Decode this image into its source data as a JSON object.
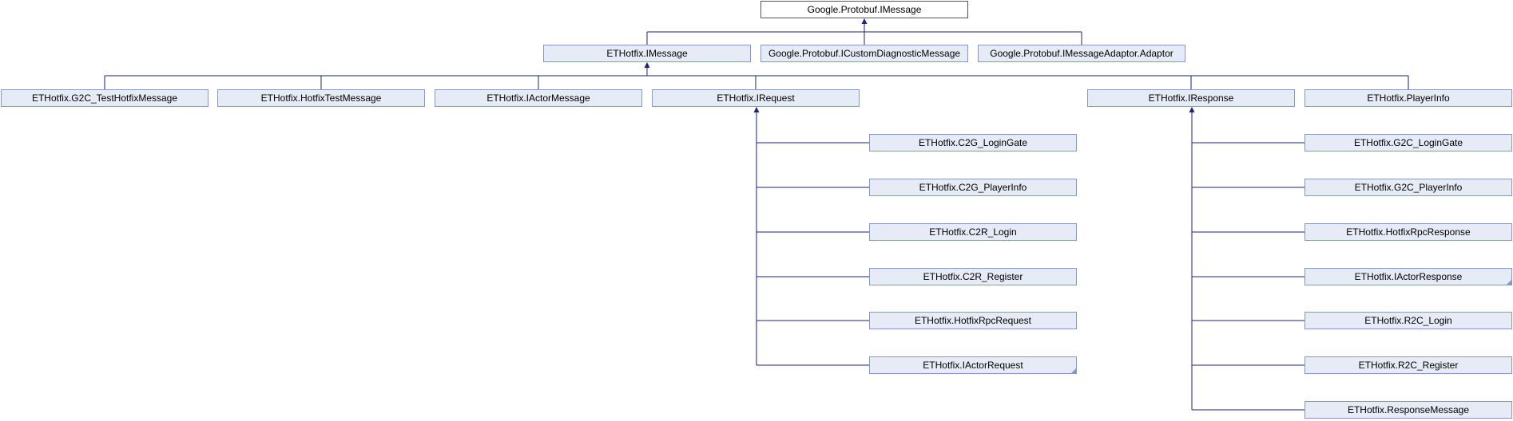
{
  "diagram": {
    "edge_color": "#1a237e",
    "nodes": [
      {
        "id": "gpb_imessage",
        "label": "Google.Protobuf.IMessage",
        "root": true
      },
      {
        "id": "et_imessage",
        "label": "ETHotfix.IMessage"
      },
      {
        "id": "gpb_icustomdiag",
        "label": "Google.Protobuf.ICustomDiagnosticMessage"
      },
      {
        "id": "gpb_adaptor",
        "label": "Google.Protobuf.IMessageAdaptor.Adaptor"
      },
      {
        "id": "g2c_testhotfix",
        "label": "ETHotfix.G2C_TestHotfixMessage"
      },
      {
        "id": "hotfixtest",
        "label": "ETHotfix.HotfixTestMessage"
      },
      {
        "id": "iactormessage",
        "label": "ETHotfix.IActorMessage"
      },
      {
        "id": "irequest",
        "label": "ETHotfix.IRequest"
      },
      {
        "id": "iresponse",
        "label": "ETHotfix.IResponse"
      },
      {
        "id": "playerinfo",
        "label": "ETHotfix.PlayerInfo"
      },
      {
        "id": "c2g_logingate",
        "label": "ETHotfix.C2G_LoginGate"
      },
      {
        "id": "c2g_playerinfo",
        "label": "ETHotfix.C2G_PlayerInfo"
      },
      {
        "id": "c2r_login",
        "label": "ETHotfix.C2R_Login"
      },
      {
        "id": "c2r_register",
        "label": "ETHotfix.C2R_Register"
      },
      {
        "id": "hotfixrpcrequest",
        "label": "ETHotfix.HotfixRpcRequest"
      },
      {
        "id": "iactorrequest",
        "label": "ETHotfix.IActorRequest",
        "folded": true
      },
      {
        "id": "g2c_logingate",
        "label": "ETHotfix.G2C_LoginGate"
      },
      {
        "id": "g2c_playerinfo",
        "label": "ETHotfix.G2C_PlayerInfo"
      },
      {
        "id": "hotfixrpcresponse",
        "label": "ETHotfix.HotfixRpcResponse"
      },
      {
        "id": "iactorresponse",
        "label": "ETHotfix.IActorResponse",
        "folded": true
      },
      {
        "id": "r2c_login",
        "label": "ETHotfix.R2C_Login"
      },
      {
        "id": "r2c_register",
        "label": "ETHotfix.R2C_Register"
      },
      {
        "id": "responsemessage",
        "label": "ETHotfix.ResponseMessage"
      }
    ],
    "edges": [
      {
        "from": "et_imessage",
        "to": "gpb_imessage"
      },
      {
        "from": "gpb_icustomdiag",
        "to": "gpb_imessage"
      },
      {
        "from": "gpb_adaptor",
        "to": "gpb_imessage"
      },
      {
        "from": "g2c_testhotfix",
        "to": "et_imessage"
      },
      {
        "from": "hotfixtest",
        "to": "et_imessage"
      },
      {
        "from": "iactormessage",
        "to": "et_imessage"
      },
      {
        "from": "irequest",
        "to": "et_imessage"
      },
      {
        "from": "iresponse",
        "to": "et_imessage"
      },
      {
        "from": "playerinfo",
        "to": "et_imessage"
      },
      {
        "from": "c2g_logingate",
        "to": "irequest"
      },
      {
        "from": "c2g_playerinfo",
        "to": "irequest"
      },
      {
        "from": "c2r_login",
        "to": "irequest"
      },
      {
        "from": "c2r_register",
        "to": "irequest"
      },
      {
        "from": "hotfixrpcrequest",
        "to": "irequest"
      },
      {
        "from": "iactorrequest",
        "to": "irequest"
      },
      {
        "from": "g2c_logingate",
        "to": "iresponse"
      },
      {
        "from": "g2c_playerinfo",
        "to": "iresponse"
      },
      {
        "from": "hotfixrpcresponse",
        "to": "iresponse"
      },
      {
        "from": "iactorresponse",
        "to": "iresponse"
      },
      {
        "from": "r2c_login",
        "to": "iresponse"
      },
      {
        "from": "r2c_register",
        "to": "iresponse"
      },
      {
        "from": "responsemessage",
        "to": "iresponse"
      }
    ]
  }
}
